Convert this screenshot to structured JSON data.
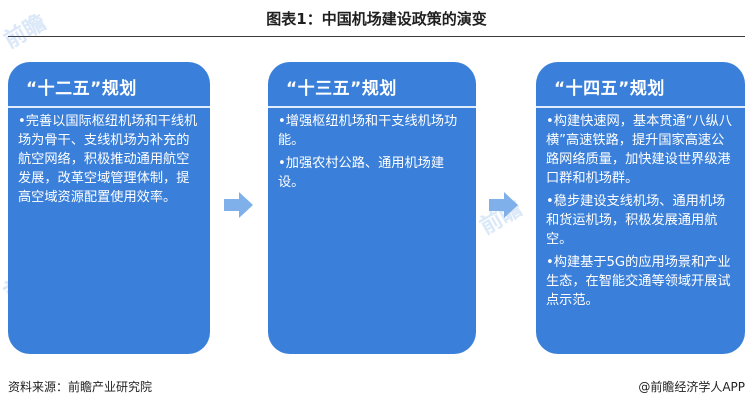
{
  "title": "图表1：中国机场建设政策的演变",
  "cards": [
    {
      "heading": "“十二五”规划",
      "bullets": [
        "•完善以国际枢纽机场和干线机场为骨干、支线机场为补充的航空网络，积极推动通用航空发展，改革空域管理体制，提高空域资源配置使用效率。"
      ]
    },
    {
      "heading": "“十三五”规划",
      "bullets": [
        "•增强枢纽机场和干支线机场功能。",
        "•加强农村公路、通用机场建设。"
      ]
    },
    {
      "heading": "“十四五”规划",
      "bullets": [
        "•构建快速网，基本贯通“八纵八横”高速铁路，提升国家高速公路网络质量，加快建设世界级港口群和机场群。",
        "•稳步建设支线机场、通用机场和货运机场，积极发展通用航空。",
        "•构建基于5G的应用场景和产业生态，在智能交通等领域开展试点示范。"
      ]
    }
  ],
  "source": "资料来源：前瞻产业研究院",
  "brand": "@前瞻经济学人APP",
  "watermark": "前瞻",
  "colors": {
    "card": "#3a7fd9",
    "arrow": "#7fb0ea"
  }
}
